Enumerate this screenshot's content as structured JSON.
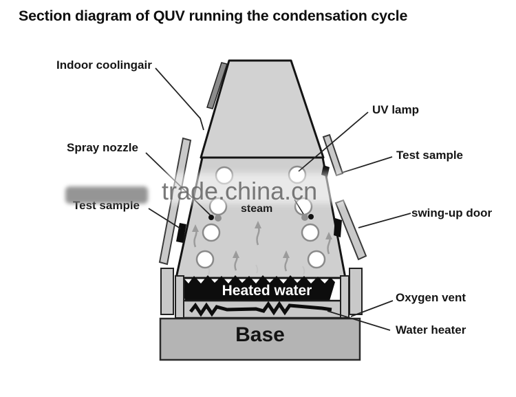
{
  "title": "Section diagram of QUV running the condensation cycle",
  "watermark": "trade.china.cn",
  "labels": {
    "indoor_cooling_air": "Indoor coolingair",
    "spray_nozzle": "Spray nozzle",
    "test_sample_left": "Test sample",
    "uv_lamp": "UV lamp",
    "test_sample_right": "Test sample",
    "swing_up_door": "swing-up door",
    "oxygen_vent": "Oxygen vent",
    "water_heater": "Water heater",
    "steam": "steam",
    "heated_water": "Heated water",
    "base": "Base"
  },
  "colors": {
    "background": "#ffffff",
    "machine_fill": "#cfcfcf",
    "hood_fill": "#d2d2d2",
    "water_pan": "#0d0d0d",
    "base_fill": "#b4b4b4",
    "door_fill": "#c9c9c9",
    "cooling_vent_strip": "#8c8c8c",
    "steam_arrow": "#9b9b9b",
    "lamp_fill": "#ffffff",
    "watermark_text": "#666666",
    "label_text": "#151515"
  }
}
